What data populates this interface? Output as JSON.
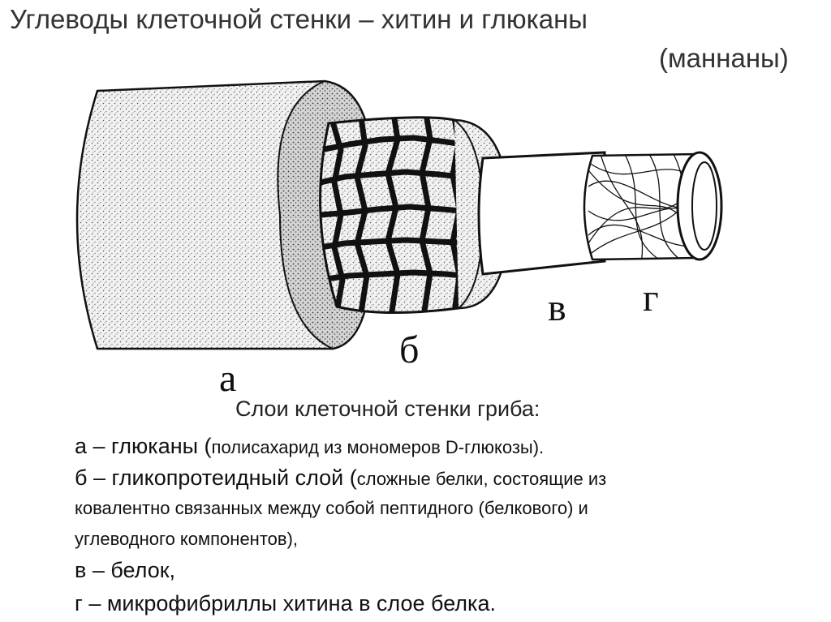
{
  "title_line1": "Углеводы клеточной стенки – хитин и глюканы",
  "title_line2": "(маннаны)",
  "labels": {
    "a": "а",
    "b": "б",
    "v": "в",
    "g": "г"
  },
  "caption": "Слои клеточной стенки гриба:",
  "lines": {
    "a_main": "а – глюканы (",
    "a_sub": "полисахарид из мономеров D-глюкозы).",
    "b_main": "б – гликопротеидный слой (",
    "b_sub": "сложные белки, состоящие из",
    "b_cont1": "ковалентно связанных между собой пептидного (белкового) и",
    "b_cont2": "углеводного компонентов),",
    "v": "в – белок,",
    "g": "г – микрофибриллы хитина в слое белка."
  },
  "colors": {
    "background": "#ffffff",
    "ink": "#111111",
    "stipple": "#e4e4e4"
  }
}
